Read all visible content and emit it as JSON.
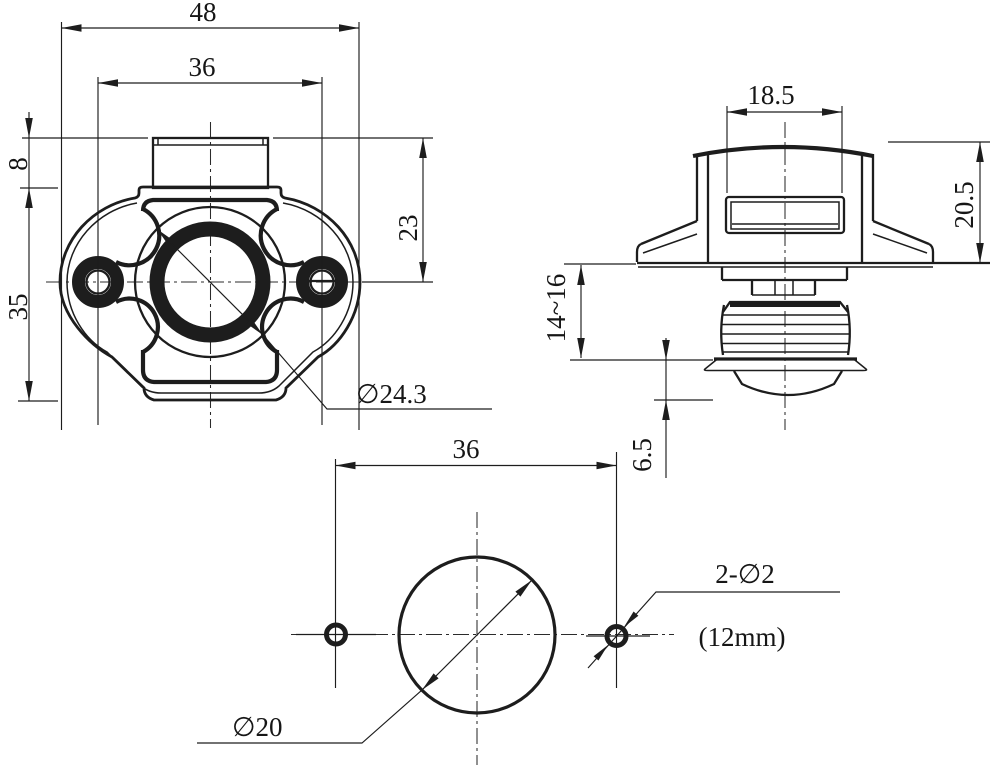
{
  "drawing": {
    "background": "#ffffff",
    "line_color": "#1d1d1d",
    "front_view": {
      "dim_overall_width": "48",
      "dim_hole_spacing": "36",
      "dim_button_height": "8",
      "dim_body_height": "35",
      "dim_center_to_button_top": "23",
      "dim_knob_diameter": "∅24.3"
    },
    "side_view": {
      "dim_button_width": "18.5",
      "dim_head_height": "20.5",
      "dim_clamp_range": "14~16",
      "dim_tip_length": "6.5"
    },
    "drill_template": {
      "dim_hole_spacing": "36",
      "dim_main_bore": "∅20",
      "dim_pilot_holes": "2-∅2",
      "dim_panel_note": "(12mm)"
    }
  }
}
